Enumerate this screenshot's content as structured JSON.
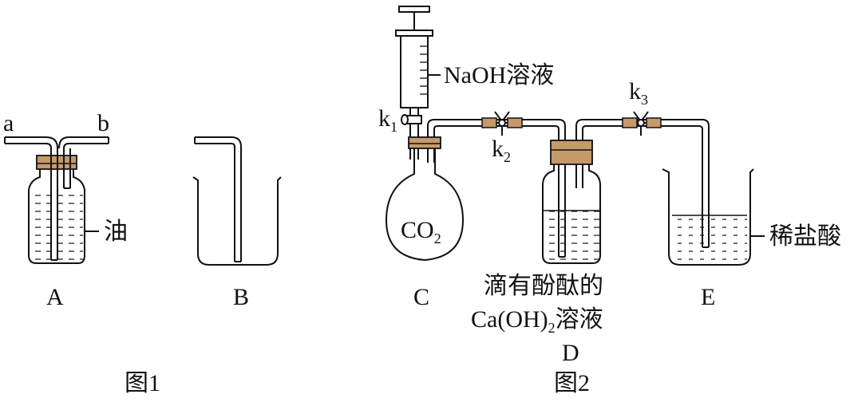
{
  "figure1": {
    "caption": "图1",
    "tube_a": "a",
    "tube_b": "b",
    "oil_label": "油",
    "label_A": "A",
    "label_B": "B"
  },
  "figure2": {
    "caption": "图2",
    "naoh_label": "NaOH溶液",
    "k1": "k",
    "k1_sub": "1",
    "k2": "k",
    "k2_sub": "2",
    "k3": "k",
    "k3_sub": "3",
    "co2_main": "CO",
    "co2_sub": "2",
    "label_C": "C",
    "d_line1": "滴有酚酞的",
    "d_line2_a": "Ca(OH)",
    "d_line2_sub": "2",
    "d_line2_b": "溶液",
    "label_D": "D",
    "label_E": "E",
    "hcl_label": "稀盐酸"
  },
  "colors": {
    "stopper": "#c59a6a",
    "line": "#111111"
  }
}
